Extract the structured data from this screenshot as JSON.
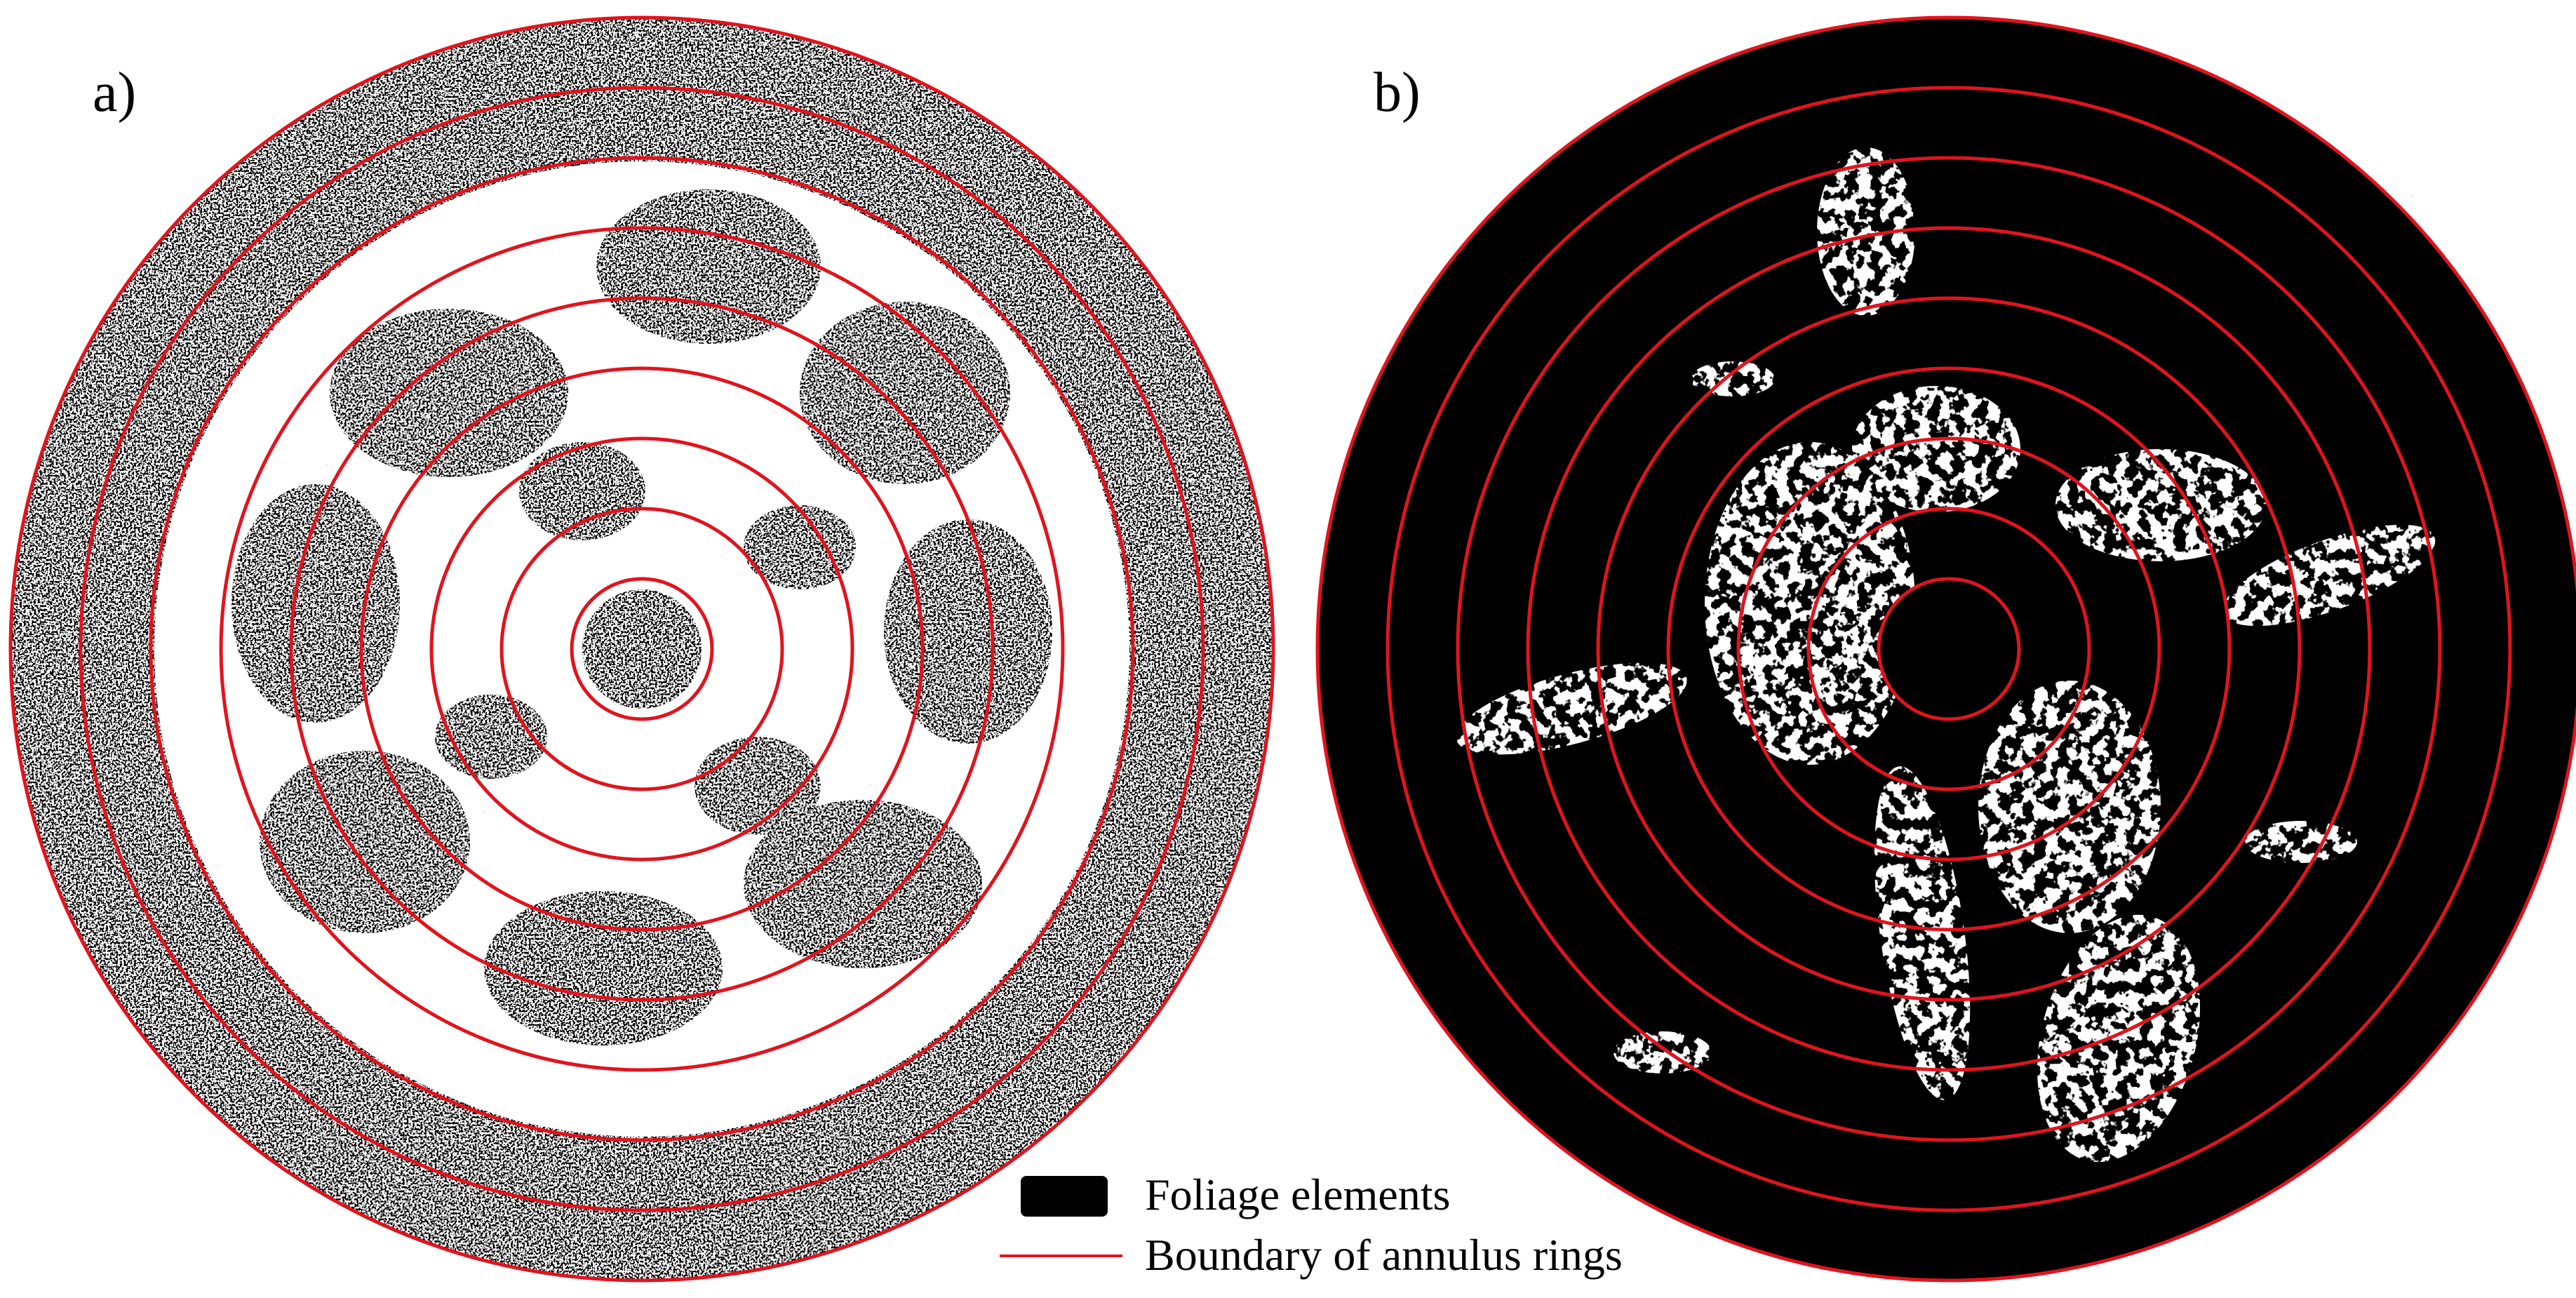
{
  "panels": [
    {
      "label": "a)",
      "ring_count": 9
    },
    {
      "label": "b)",
      "ring_count": 9
    }
  ],
  "legend": {
    "foliage_label": "Foliage elements",
    "boundary_label": "Boundary of annulus rings"
  },
  "colors": {
    "foliage": "#000000",
    "sky": "#ffffff",
    "ring_boundary": "#e0141e"
  }
}
